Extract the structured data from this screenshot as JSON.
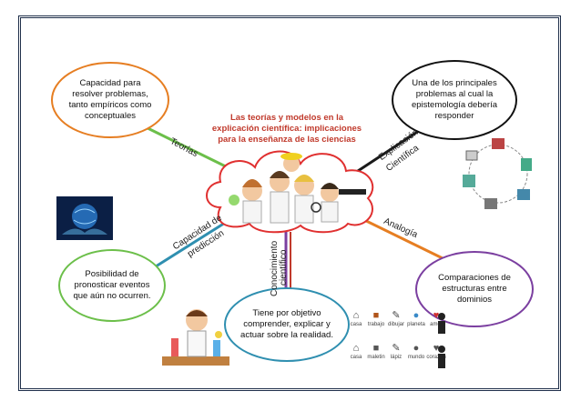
{
  "title": "Las teorías y modelos en la explicación científica: implicaciones para la enseñanza de las ciencias",
  "nodes": {
    "top_left": "Capacidad para resolver problemas, tanto empíricos como conceptuales",
    "top_right": "Una de los principales problemas al cual la epistemología debería responder",
    "bottom_left": "Posibilidad de pronosticar eventos que aún no ocurren.",
    "bottom_center": "Tiene por objetivo comprender, explicar y actuar sobre la realidad.",
    "bottom_right": "Comparaciones de estructuras entre dominios"
  },
  "links": {
    "teorias": "Teorías",
    "explicacion_1": "Explicación",
    "explicacion_2": "Científica",
    "capacidad_1": "Capacidad de",
    "capacidad_2": "predicción",
    "conocimiento_1": "Conocimiento",
    "conocimiento_2": "científico",
    "analogia": "Analogía"
  },
  "icon_grid": {
    "row1": [
      "casa",
      "trabajo",
      "dibujar",
      "planeta",
      "amor"
    ],
    "row2": [
      "casa",
      "maletin",
      "lápiz",
      "mundo",
      "corazón"
    ]
  },
  "colors": {
    "orange": "#e67e22",
    "black": "#111111",
    "green": "#6cbf4a",
    "blue": "#2f8fb0",
    "purple": "#7b3fa0",
    "red": "#c0392b"
  }
}
